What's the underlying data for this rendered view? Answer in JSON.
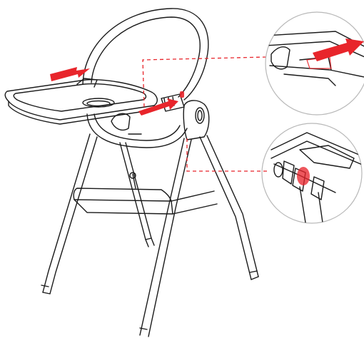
{
  "diagram": {
    "subject": "high-chair-tray-removal",
    "colors": {
      "line": "#1a1a1a",
      "accent": "#e8252b",
      "leader": "#e8252b",
      "zoom_outline": "#b8b8b8",
      "background": "#ffffff"
    },
    "steps": [
      {
        "id": "slide-tray",
        "icon": "arrow-right-icon"
      },
      {
        "id": "press-release-button",
        "icon": "arrow-right-icon"
      },
      {
        "id": "pull-tray-forward",
        "icon": "arrow-right-icon"
      }
    ],
    "callouts": [
      {
        "id": "tray-release-detail",
        "icon": "magnify-detail"
      },
      {
        "id": "hinge-lock-detail",
        "icon": "magnify-detail"
      }
    ]
  }
}
